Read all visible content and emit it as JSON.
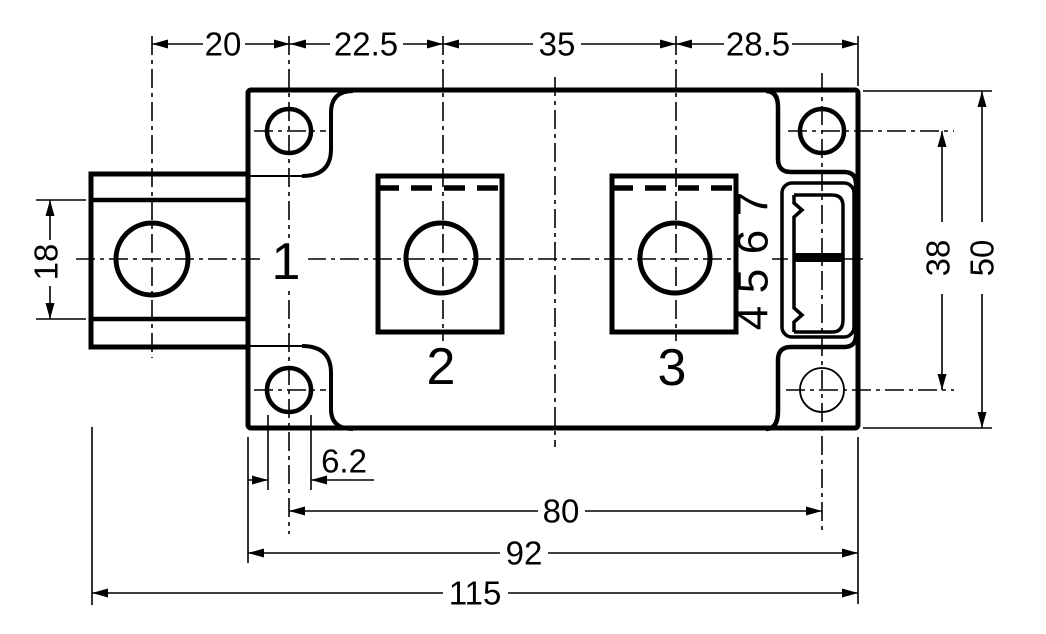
{
  "dims": {
    "top": [
      "20",
      "22.5",
      "35",
      "28.5"
    ],
    "left": [
      "18"
    ],
    "right": [
      "38",
      "50"
    ],
    "bottom": [
      "6.2",
      "80",
      "92",
      "115"
    ]
  },
  "terminals": {
    "main": [
      "1",
      "2",
      "3"
    ],
    "pins": [
      "4",
      "5",
      "6",
      "7"
    ]
  },
  "style": {
    "ink": "#000000",
    "paper": "#ffffff"
  },
  "units": "mm"
}
